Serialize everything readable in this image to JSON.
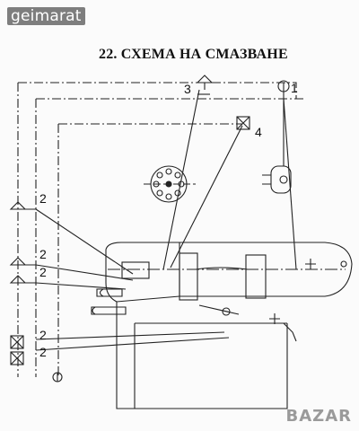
{
  "watermark": {
    "text": "geimarat"
  },
  "title": "22. СХЕМА НА СМАЗВАНЕ",
  "diagram": {
    "labels": {
      "callout_3": "3",
      "callout_4": "4",
      "callout_1": "1",
      "callout_2a": "2",
      "callout_2b": "2",
      "callout_2c": "2",
      "callout_2d": "2",
      "callout_2e": "2"
    }
  },
  "brand": {
    "text": "BAZAR"
  }
}
